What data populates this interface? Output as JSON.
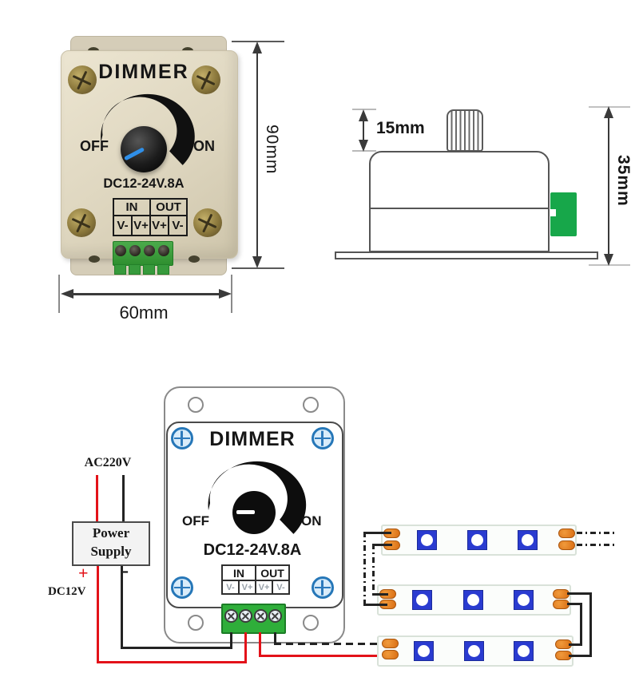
{
  "photo": {
    "title": "DIMMER",
    "off": "OFF",
    "on": "ON",
    "spec": "DC12-24V.8A",
    "table": {
      "in": "IN",
      "out": "OUT",
      "c1": "V-",
      "c2": "V+",
      "c3": "V+",
      "c4": "V-"
    }
  },
  "dimensions": {
    "height": "90mm",
    "width": "60mm",
    "knob_height": "15mm",
    "body_height": "35mm"
  },
  "diagram": {
    "dimmer": {
      "title": "DIMMER",
      "off": "OFF",
      "on": "ON",
      "spec": "DC12-24V.8A",
      "table": {
        "in": "IN",
        "out": "OUT",
        "c1": "V-",
        "c2": "V+",
        "c3": "V+",
        "c4": "V-"
      }
    },
    "power_supply": {
      "input": "AC220V",
      "name_line1": "Power",
      "name_line2": "Supply",
      "plus": "+",
      "minus": "-",
      "output": "DC12V"
    }
  },
  "colors": {
    "wire_red": "#e31219",
    "wire_black": "#232323",
    "terminal_green": "#2fae3a",
    "connector_green": "#17a74a",
    "led_blue": "#2a3bd0",
    "pad_orange": "#e0761e",
    "screw_blue_fill": "#d9ecfa",
    "screw_blue_border": "#2677b8",
    "body_beige": "#ded6bf",
    "knob_pointer_blue": "#2f8fe8"
  }
}
